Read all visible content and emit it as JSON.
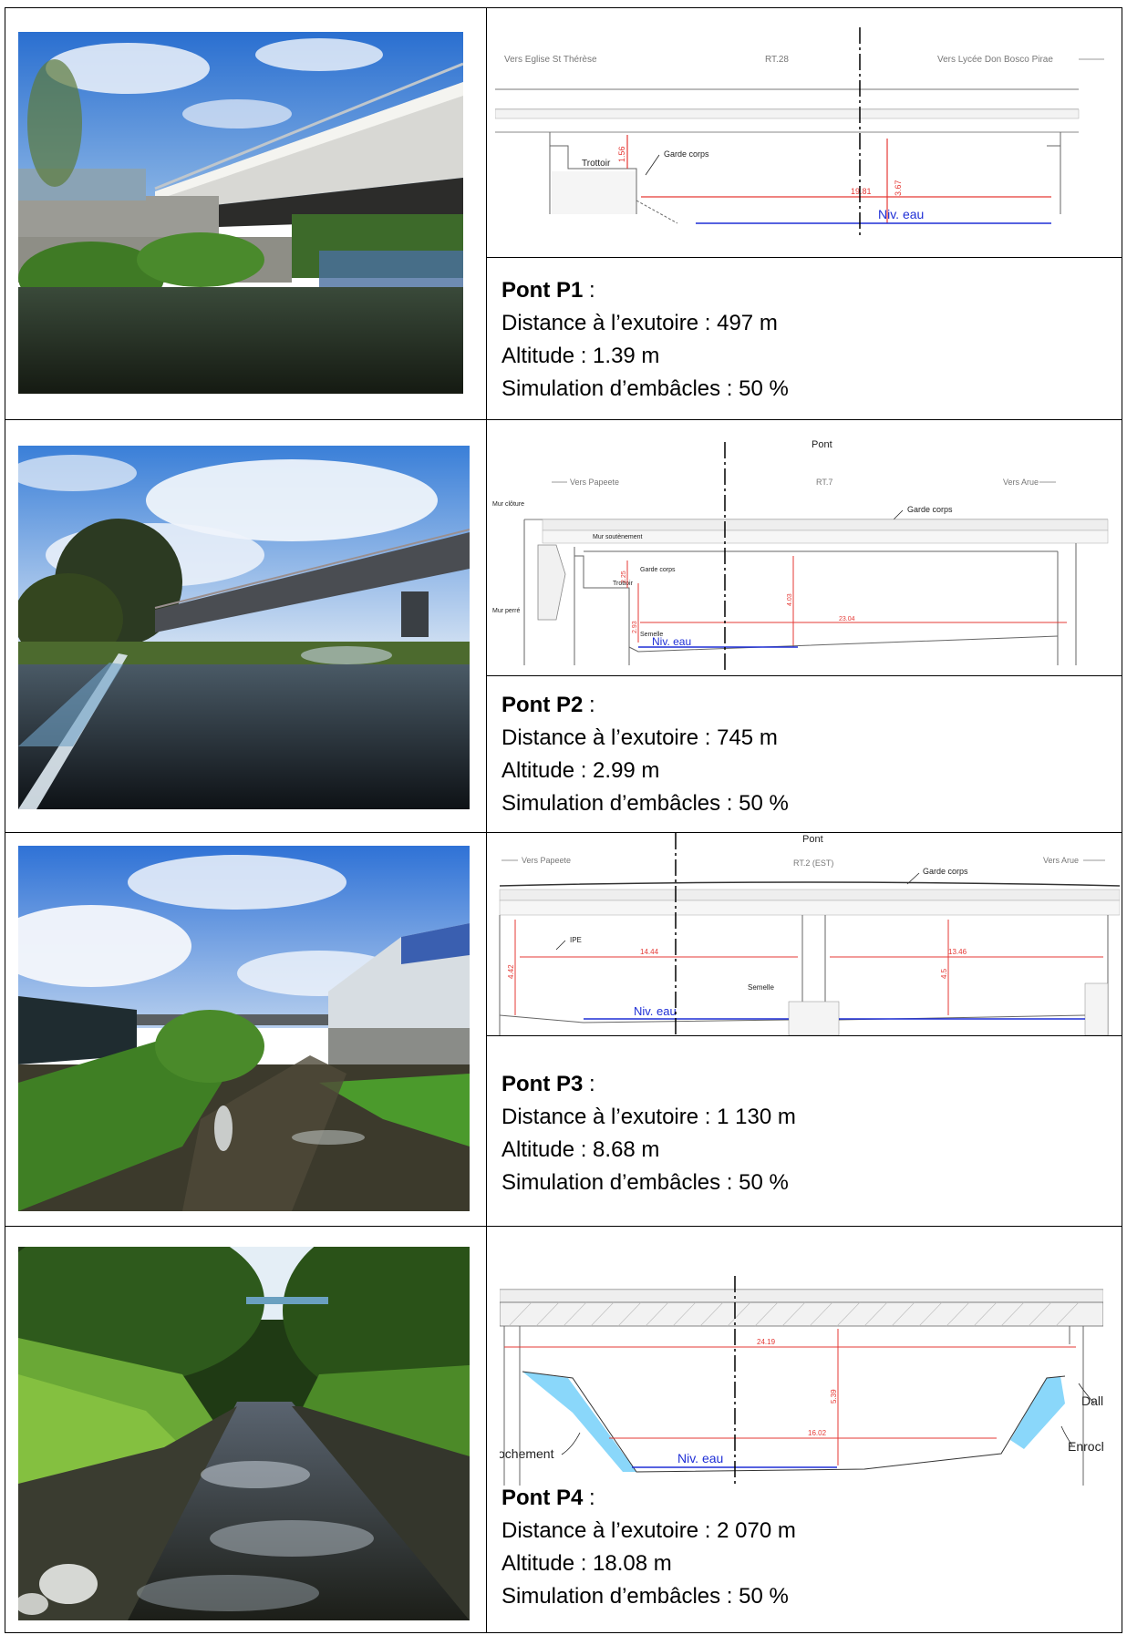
{
  "bridges": [
    {
      "name": "Pont P1",
      "title_suffix": " :",
      "distance": "Distance à l’exutoire : 497 m",
      "altitude": "Altitude : 1.39 m",
      "embacles": "Simulation d’embâcles : 50 %",
      "drawing": {
        "left_dir": "Vers Eglise St Thérèse",
        "road": "RT.28",
        "right_dir": "Vers Lycée Don Bosco Pirae",
        "sidewalk": "Trottoir",
        "railing": "Garde corps",
        "water": "Niv. eau",
        "dim_small": "1.56",
        "dim_width": "19.81",
        "dim_height": "3.67"
      }
    },
    {
      "name": "Pont P2",
      "title_suffix": " :",
      "distance": "Distance à l’exutoire : 745 m",
      "altitude": "Altitude : 2.99 m",
      "embacles": "Simulation d’embâcles : 50 %",
      "drawing": {
        "bridge": "Pont",
        "left_dir": "Vers Papeete",
        "road": "RT.7",
        "right_dir": "Vers Arue",
        "railing_top": "Garde corps",
        "fence_wall": "Mur clôture",
        "retaining_wall": "Mur soutènement",
        "railing": "Garde corps",
        "sidewalk": "Trottoir",
        "stone_wall": "Mur perré",
        "footing": "Semelle",
        "water": "Niv. eau",
        "dim_a": "2.25",
        "dim_b": "2.93",
        "dim_height": "4.03",
        "dim_width": "23.04"
      }
    },
    {
      "name": "Pont P3",
      "title_suffix": " :",
      "distance": "Distance à l’exutoire : 1 130 m",
      "altitude": "Altitude : 8.68 m",
      "embacles": "Simulation d’embâcles : 50 %",
      "drawing": {
        "bridge": "Pont",
        "left_dir": "Vers Papeete",
        "road": "RT.2 (EST)",
        "right_dir": "Vers Arue",
        "railing": "Garde corps",
        "beam": "IPE",
        "footing": "Semelle",
        "water": "Niv. eau",
        "dim_left_w": "14.44",
        "dim_right_w": "13.46",
        "dim_left_h": "4.42",
        "dim_right_h": "4.5"
      }
    },
    {
      "name": "Pont P4",
      "title_suffix": " :",
      "distance": "Distance à l’exutoire : 2 070 m",
      "altitude": "Altitude : 18.08 m",
      "embacles": "Simulation d’embâcles : 50 %",
      "drawing": {
        "slab": "Dall",
        "riprap_right": "Enroch",
        "riprap_left": "ochement",
        "water": "Niv. eau",
        "dim_top": "24.19",
        "dim_bottom": "16.02",
        "dim_height": "5.39"
      }
    }
  ],
  "colors": {
    "border": "#000000",
    "dimension": "#e53935",
    "water": "#1f2fd6",
    "riprap": "#29b6f6"
  }
}
